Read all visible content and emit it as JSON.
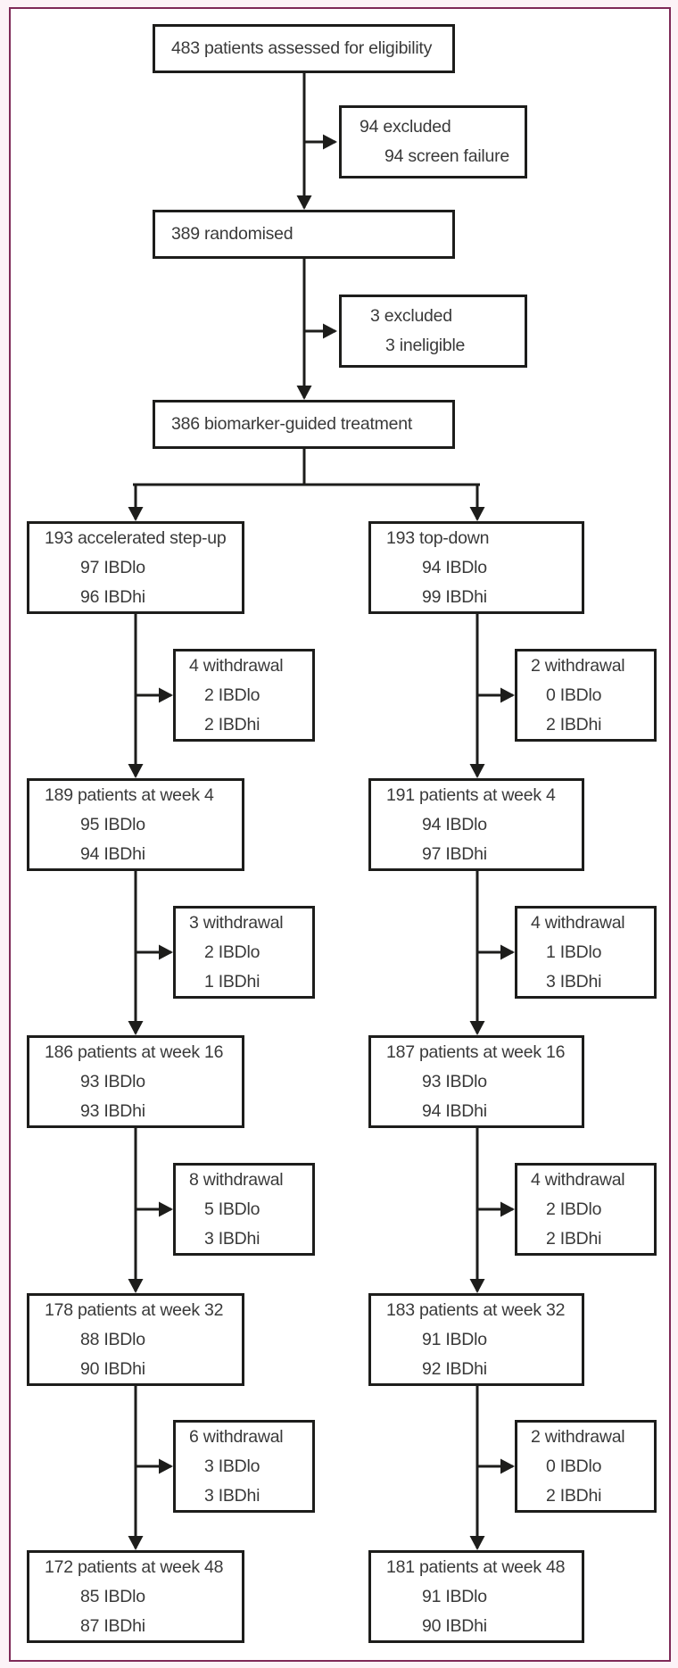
{
  "figure": {
    "kind": "consort-trial-profile-flow-diagram",
    "colors": {
      "frame_border": "#7e2a58",
      "page_background": "#fcf3f7",
      "box_border": "#1d1d1b",
      "box_fill": "#ffffff",
      "text": "#3a3a3a"
    }
  },
  "top": {
    "eligibility": {
      "lines": [
        "483 patients assessed for eligibility"
      ]
    },
    "excluded_screening": {
      "lines": [
        "94 excluded",
        "94 screen failure"
      ]
    },
    "randomised": {
      "lines": [
        "389 randomised"
      ]
    },
    "excluded_ineligible": {
      "lines": [
        "3 excluded",
        "3 ineligible"
      ]
    },
    "biomarker": {
      "lines": [
        "386 biomarker-guided treatment"
      ]
    }
  },
  "left_arm": {
    "allocation": {
      "lines": [
        "193 accelerated step-up",
        "97 IBDlo",
        "96 IBDhi"
      ]
    },
    "withdrawal1": {
      "lines": [
        "4 withdrawal",
        "2 IBDlo",
        "2 IBDhi"
      ]
    },
    "week4": {
      "lines": [
        "189 patients at week 4",
        "95 IBDlo",
        "94 IBDhi"
      ]
    },
    "withdrawal2": {
      "lines": [
        "3 withdrawal",
        "2 IBDlo",
        "1 IBDhi"
      ]
    },
    "week16": {
      "lines": [
        "186 patients at week 16",
        "93 IBDlo",
        "93 IBDhi"
      ]
    },
    "withdrawal3": {
      "lines": [
        "8 withdrawal",
        "5 IBDlo",
        "3 IBDhi"
      ]
    },
    "week32": {
      "lines": [
        "178 patients at week 32",
        "88 IBDlo",
        "90 IBDhi"
      ]
    },
    "withdrawal4": {
      "lines": [
        "6 withdrawal",
        "3 IBDlo",
        "3 IBDhi"
      ]
    },
    "week48": {
      "lines": [
        "172 patients at week 48",
        "85 IBDlo",
        "87 IBDhi"
      ]
    }
  },
  "right_arm": {
    "allocation": {
      "lines": [
        "193 top-down",
        "94 IBDlo",
        "99 IBDhi"
      ]
    },
    "withdrawal1": {
      "lines": [
        "2 withdrawal",
        "0 IBDlo",
        "2 IBDhi"
      ]
    },
    "week4": {
      "lines": [
        "191 patients at week 4",
        "94 IBDlo",
        "97 IBDhi"
      ]
    },
    "withdrawal2": {
      "lines": [
        "4 withdrawal",
        "1 IBDlo",
        "3 IBDhi"
      ]
    },
    "week16": {
      "lines": [
        "187 patients at week 16",
        "93 IBDlo",
        "94 IBDhi"
      ]
    },
    "withdrawal3": {
      "lines": [
        "4 withdrawal",
        "2 IBDlo",
        "2 IBDhi"
      ]
    },
    "week32": {
      "lines": [
        "183 patients at week 32",
        "91 IBDlo",
        "92 IBDhi"
      ]
    },
    "withdrawal4": {
      "lines": [
        "2 withdrawal",
        "0 IBDlo",
        "2 IBDhi"
      ]
    },
    "week48": {
      "lines": [
        "181 patients at week 48",
        "91 IBDlo",
        "90 IBDhi"
      ]
    }
  }
}
